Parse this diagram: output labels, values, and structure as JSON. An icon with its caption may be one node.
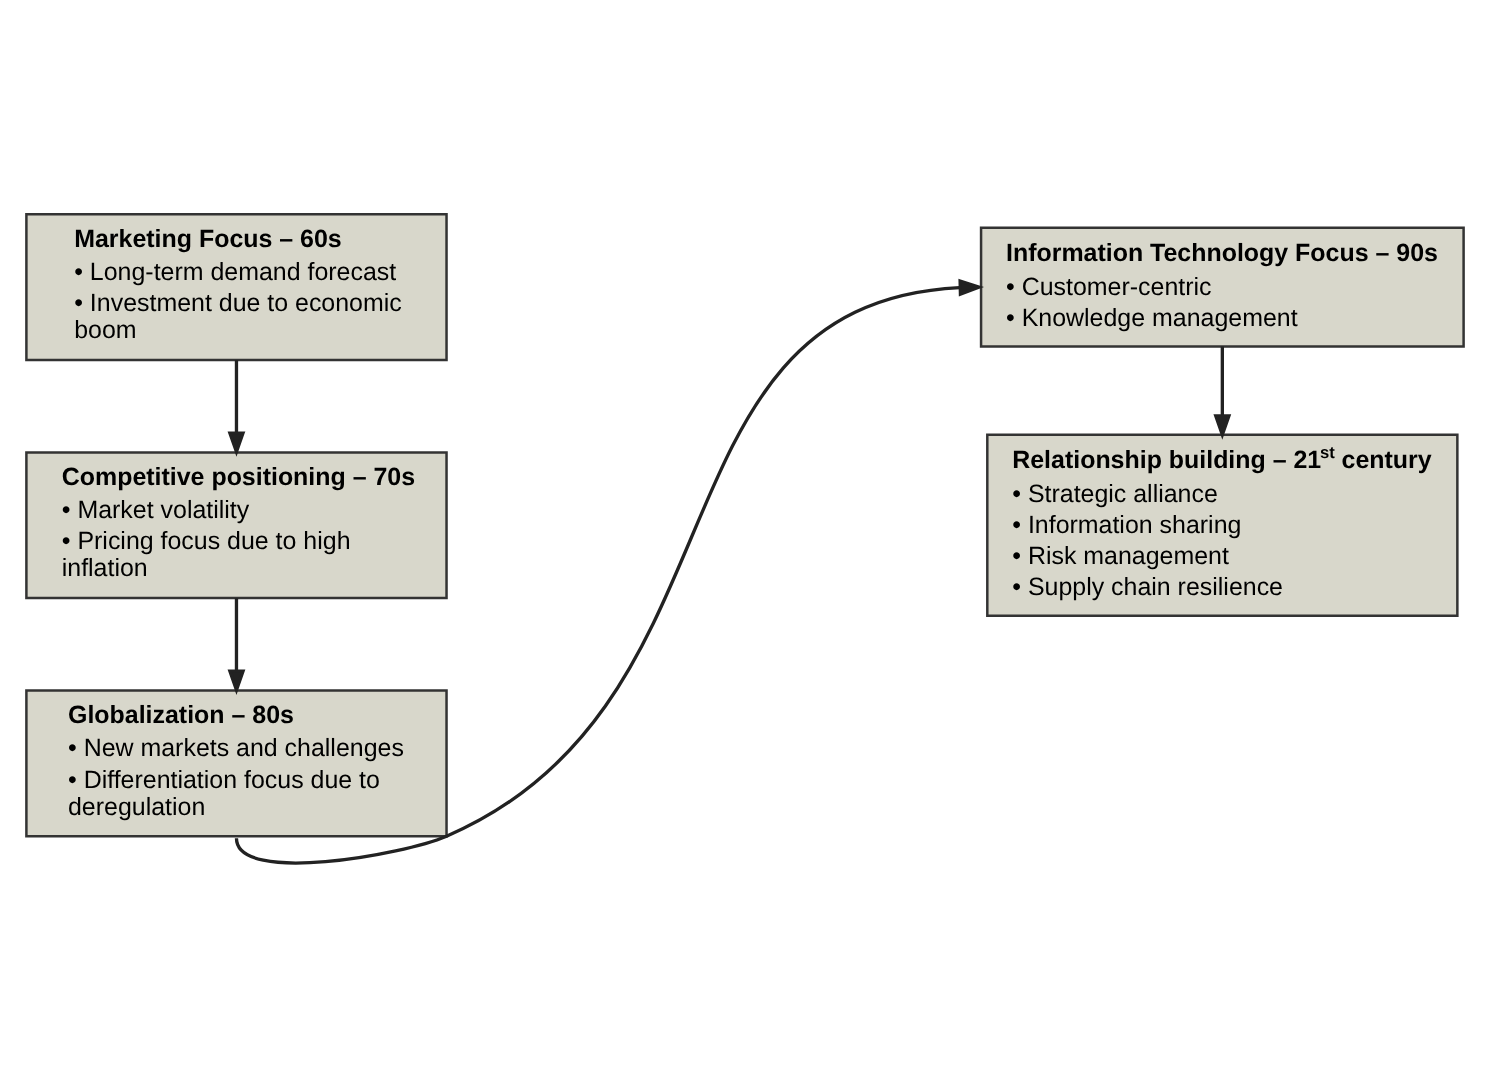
{
  "diagram": {
    "nodes": [
      {
        "text": [
          "Marketing Focus – 60s",
          "• Long-term demand forecast",
          "• Investment due to economic boom"
        ]
      },
      {
        "text": [
          "Competitive positioning – 70s",
          "• Market volatility",
          "• Pricing focus due to high inflation"
        ]
      },
      {
        "text": [
          "Globalization – 80s",
          "• New markets and challenges",
          "• Differentiation focus due to deregulation"
        ]
      },
      {
        "text": [
          "Information Technology Focus – 90s",
          "• Customer-centric",
          "• Knowledge management"
        ]
      },
      {
        "text": [
          "Relationship building – 21$^{st}$ century",
          "• Strategic alliance",
          "• Information sharing",
          "• Risk management",
          "• Supply chain resilience"
        ]
      }
    ],
    "edges": [
      {
        "from": 0,
        "to": 1,
        "arrow": "to"
      },
      {
        "from": 1,
        "to": 2,
        "arrow": "to"
      },
      {
        "from": 2,
        "to": 3,
        "arrow": "to"
      },
      {
        "from": 3,
        "to": 4,
        "arrow": "to"
      }
    ]
  }
}
